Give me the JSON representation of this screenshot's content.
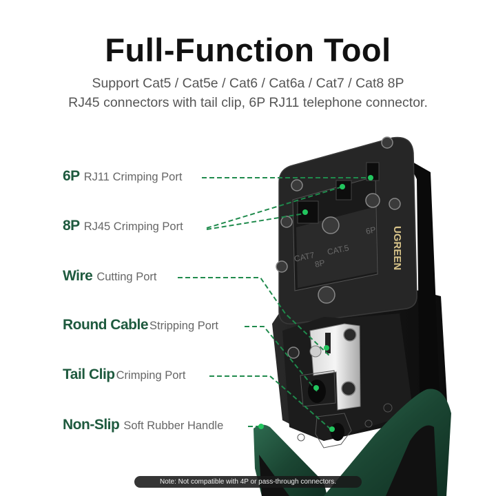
{
  "header": {
    "title": "Full-Function Tool",
    "subtitle_line1": "Support Cat5 / Cat5e / Cat6 / Cat6a / Cat7 / Cat8 8P",
    "subtitle_line2": "RJ45 connectors with tail clip, 6P RJ11 telephone connector."
  },
  "callouts": [
    {
      "key": "6P",
      "desc": "RJ11 Crimping Port"
    },
    {
      "key": "8P",
      "desc": "RJ45 Crimping Port"
    },
    {
      "key": "Wire",
      "desc": "Cutting Port"
    },
    {
      "key": "Round Cable",
      "desc": "Stripping Port"
    },
    {
      "key": "Tail Clip",
      "desc": "Crimping Port"
    },
    {
      "key": "Non-Slip",
      "desc": "Soft Rubber Handle"
    }
  ],
  "tool": {
    "brand": "UGREEN",
    "die_labels": [
      "CAT7",
      "CAT.5",
      "6P",
      "8P"
    ]
  },
  "note": "Note: Not compatible with 4P or pass-through connectors.",
  "colors": {
    "accent_green": "#1e5a3e",
    "callout_line": "#1f8a4c",
    "callout_dot": "#22c55e",
    "handle_green": "#1f4f3a",
    "tool_body": "#1a1a1a",
    "brand_gold": "#d8c48a"
  }
}
